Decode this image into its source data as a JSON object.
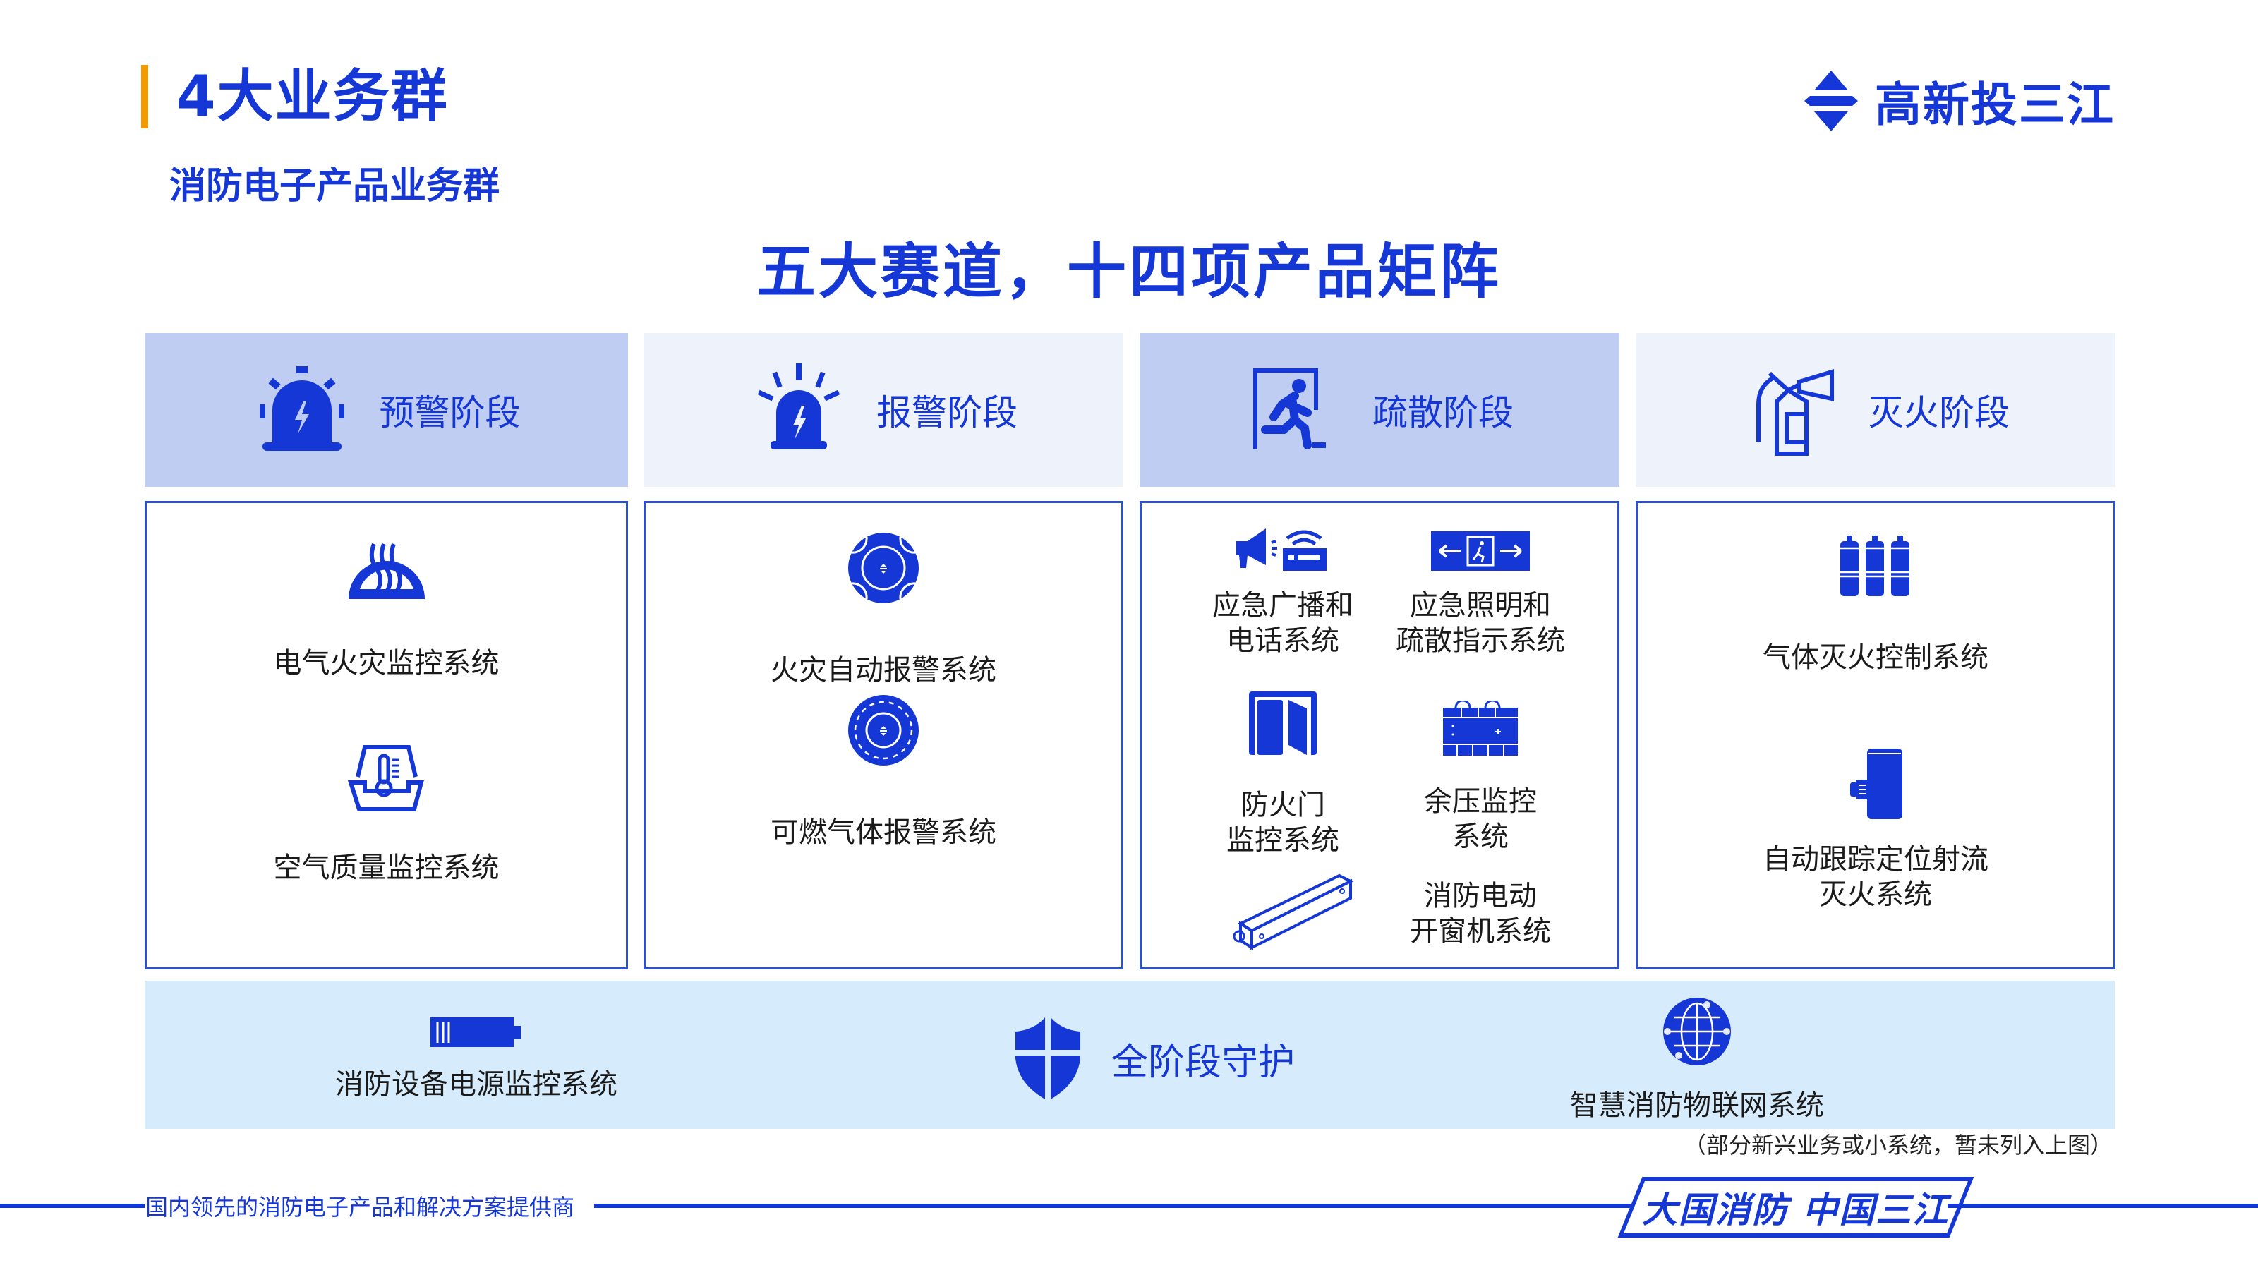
{
  "header": {
    "title": "4大业务群",
    "subtitle": "消防电子产品业务群",
    "logo_text": "高新投三江",
    "accent_color": "#f39a00",
    "brand_color": "#1537d6"
  },
  "heading": "五大赛道，十四项产品矩阵",
  "stages": [
    {
      "label": "预警阶段",
      "icon": "warning-beacon-icon",
      "items": [
        {
          "name": "电气火灾监控系统",
          "icon": "electrical-fire-icon"
        },
        {
          "name": "空气质量监控系统",
          "icon": "thermometer-box-icon"
        }
      ]
    },
    {
      "label": "报警阶段",
      "icon": "alarm-beacon-icon",
      "items": [
        {
          "name": "火灾自动报警系统",
          "icon": "smoke-detector-icon"
        },
        {
          "name": "可燃气体报警系统",
          "icon": "gas-detector-icon"
        }
      ]
    },
    {
      "label": "疏散阶段",
      "icon": "exit-running-man-icon",
      "items": [
        {
          "name": "应急广播和\n电话系统",
          "icon": "broadcast-phone-icon"
        },
        {
          "name": "应急照明和\n疏散指示系统",
          "icon": "exit-sign-icon"
        },
        {
          "name": "防火门\n监控系统",
          "icon": "fire-door-icon"
        },
        {
          "name": "余压监控\n系统",
          "icon": "pressure-monitor-icon"
        },
        {
          "name": "消防电动\n开窗机系统",
          "icon": "window-actuator-icon"
        }
      ]
    },
    {
      "label": "灭火阶段",
      "icon": "fire-extinguisher-icon",
      "items": [
        {
          "name": "气体灭火控制系统",
          "icon": "gas-cylinders-icon"
        },
        {
          "name": "自动跟踪定位射流\n灭火系统",
          "icon": "water-cannon-icon"
        }
      ]
    }
  ],
  "band": {
    "center_label": "全阶段守护",
    "left_item": "消防设备电源监控系统",
    "right_item": "智慧消防物联网系统"
  },
  "note": "（部分新兴业务或小系统，暂未列入上图）",
  "footer": {
    "tagline": "国内领先的消防电子产品和解决方案提供商",
    "slogan": "大国消防 中国三江"
  }
}
